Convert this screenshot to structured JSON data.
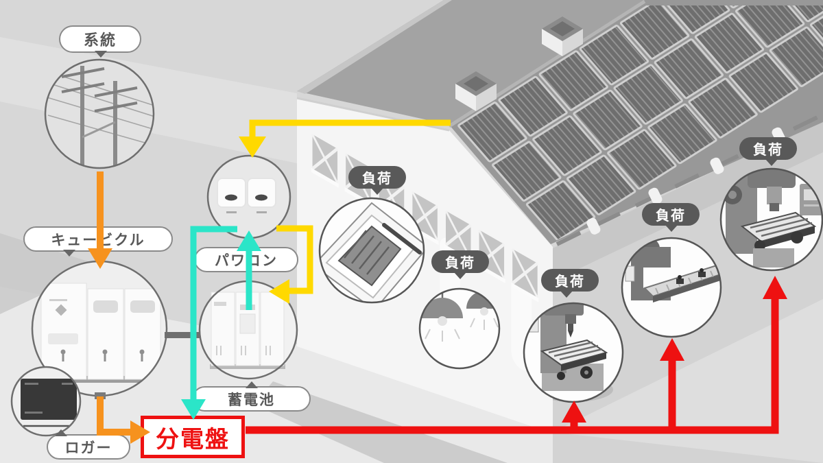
{
  "diagram": {
    "labels": {
      "grid": "系統",
      "cubicle": "キュービクル",
      "power_conditioner": "パワコン",
      "battery": "蓄電池",
      "logger": "ロガー",
      "distribution_board": "分電盤"
    },
    "loads": [
      {
        "label": "負荷"
      },
      {
        "label": "負荷"
      },
      {
        "label": "負荷"
      },
      {
        "label": "負荷"
      },
      {
        "label": "負荷"
      }
    ],
    "colors": {
      "grid_flow_orange": "#F6921E",
      "solar_flow_yellow": "#FFD900",
      "battery_flow_teal": "#2BE5C8",
      "load_flow_red": "#EE1111",
      "distribution_board_red": "#EE1111",
      "label_text": "#585858",
      "load_pill_bg": "#595959"
    }
  }
}
